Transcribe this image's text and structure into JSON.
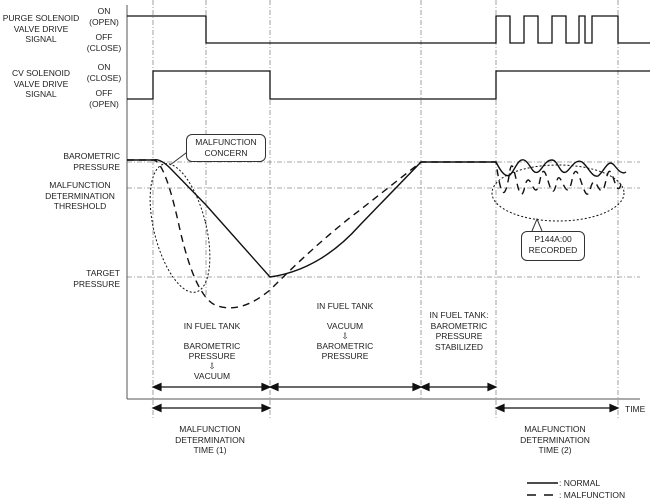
{
  "signals": {
    "purge": {
      "name": "PURGE SOLENOID\nVALVE DRIVE\nSIGNAL",
      "on_label": "ON\n(OPEN)",
      "off_label": "OFF\n(CLOSE)"
    },
    "cv": {
      "name": "CV SOLENOID\nVALVE DRIVE\nSIGNAL",
      "on_label": "ON\n(CLOSE)",
      "off_label": "OFF\n(OPEN)"
    }
  },
  "pressure_levels": {
    "barometric": "BAROMETRIC\nPRESSURE",
    "threshold": "MALFUNCTION\nDETERMINATION\nTHRESHOLD",
    "target": "TARGET\nPRESSURE"
  },
  "callouts": {
    "concern": "MALFUNCTION\nCONCERN",
    "recorded": "P144A:00\nRECORDED"
  },
  "phases": [
    {
      "id": "depressurize",
      "text": "IN FUEL TANK\n\nBAROMETRIC\nPRESSURE\n⇩\nVACUUM"
    },
    {
      "id": "recover",
      "text": "IN FUEL TANK\n\nVACUUM\n⇩\nBAROMETRIC\nPRESSURE"
    },
    {
      "id": "stabilized",
      "text": "IN FUEL TANK:\nBAROMETRIC\nPRESSURE\nSTABILIZED"
    }
  ],
  "time_axis": {
    "label": "TIME",
    "determination_1": "MALFUNCTION\nDETERMINATION\nTIME (1)",
    "determination_2": "MALFUNCTION\nDETERMINATION\nTIME (2)"
  },
  "legend": {
    "items": [
      {
        "style": "solid",
        "label": ": NORMAL"
      },
      {
        "style": "dashed",
        "label": ": MALFUNCTION"
      }
    ]
  },
  "colors": {
    "line": "#111111",
    "grid": "#888888",
    "text": "#222222"
  }
}
